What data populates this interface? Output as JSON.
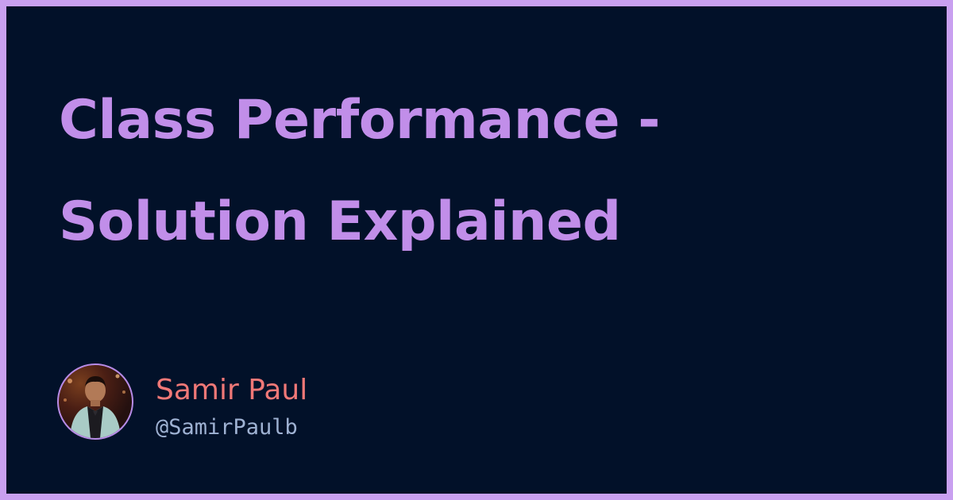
{
  "title": "Class Performance - Solution Explained",
  "author": {
    "name": "Samir Paul",
    "handle": "@SamirPaulb",
    "avatar_icon": "profile-photo"
  },
  "colors": {
    "frame": "#c9a0f0",
    "background": "#021129",
    "title": "#c18ee9",
    "author_name": "#f07877",
    "author_handle": "#9fb2d3"
  }
}
